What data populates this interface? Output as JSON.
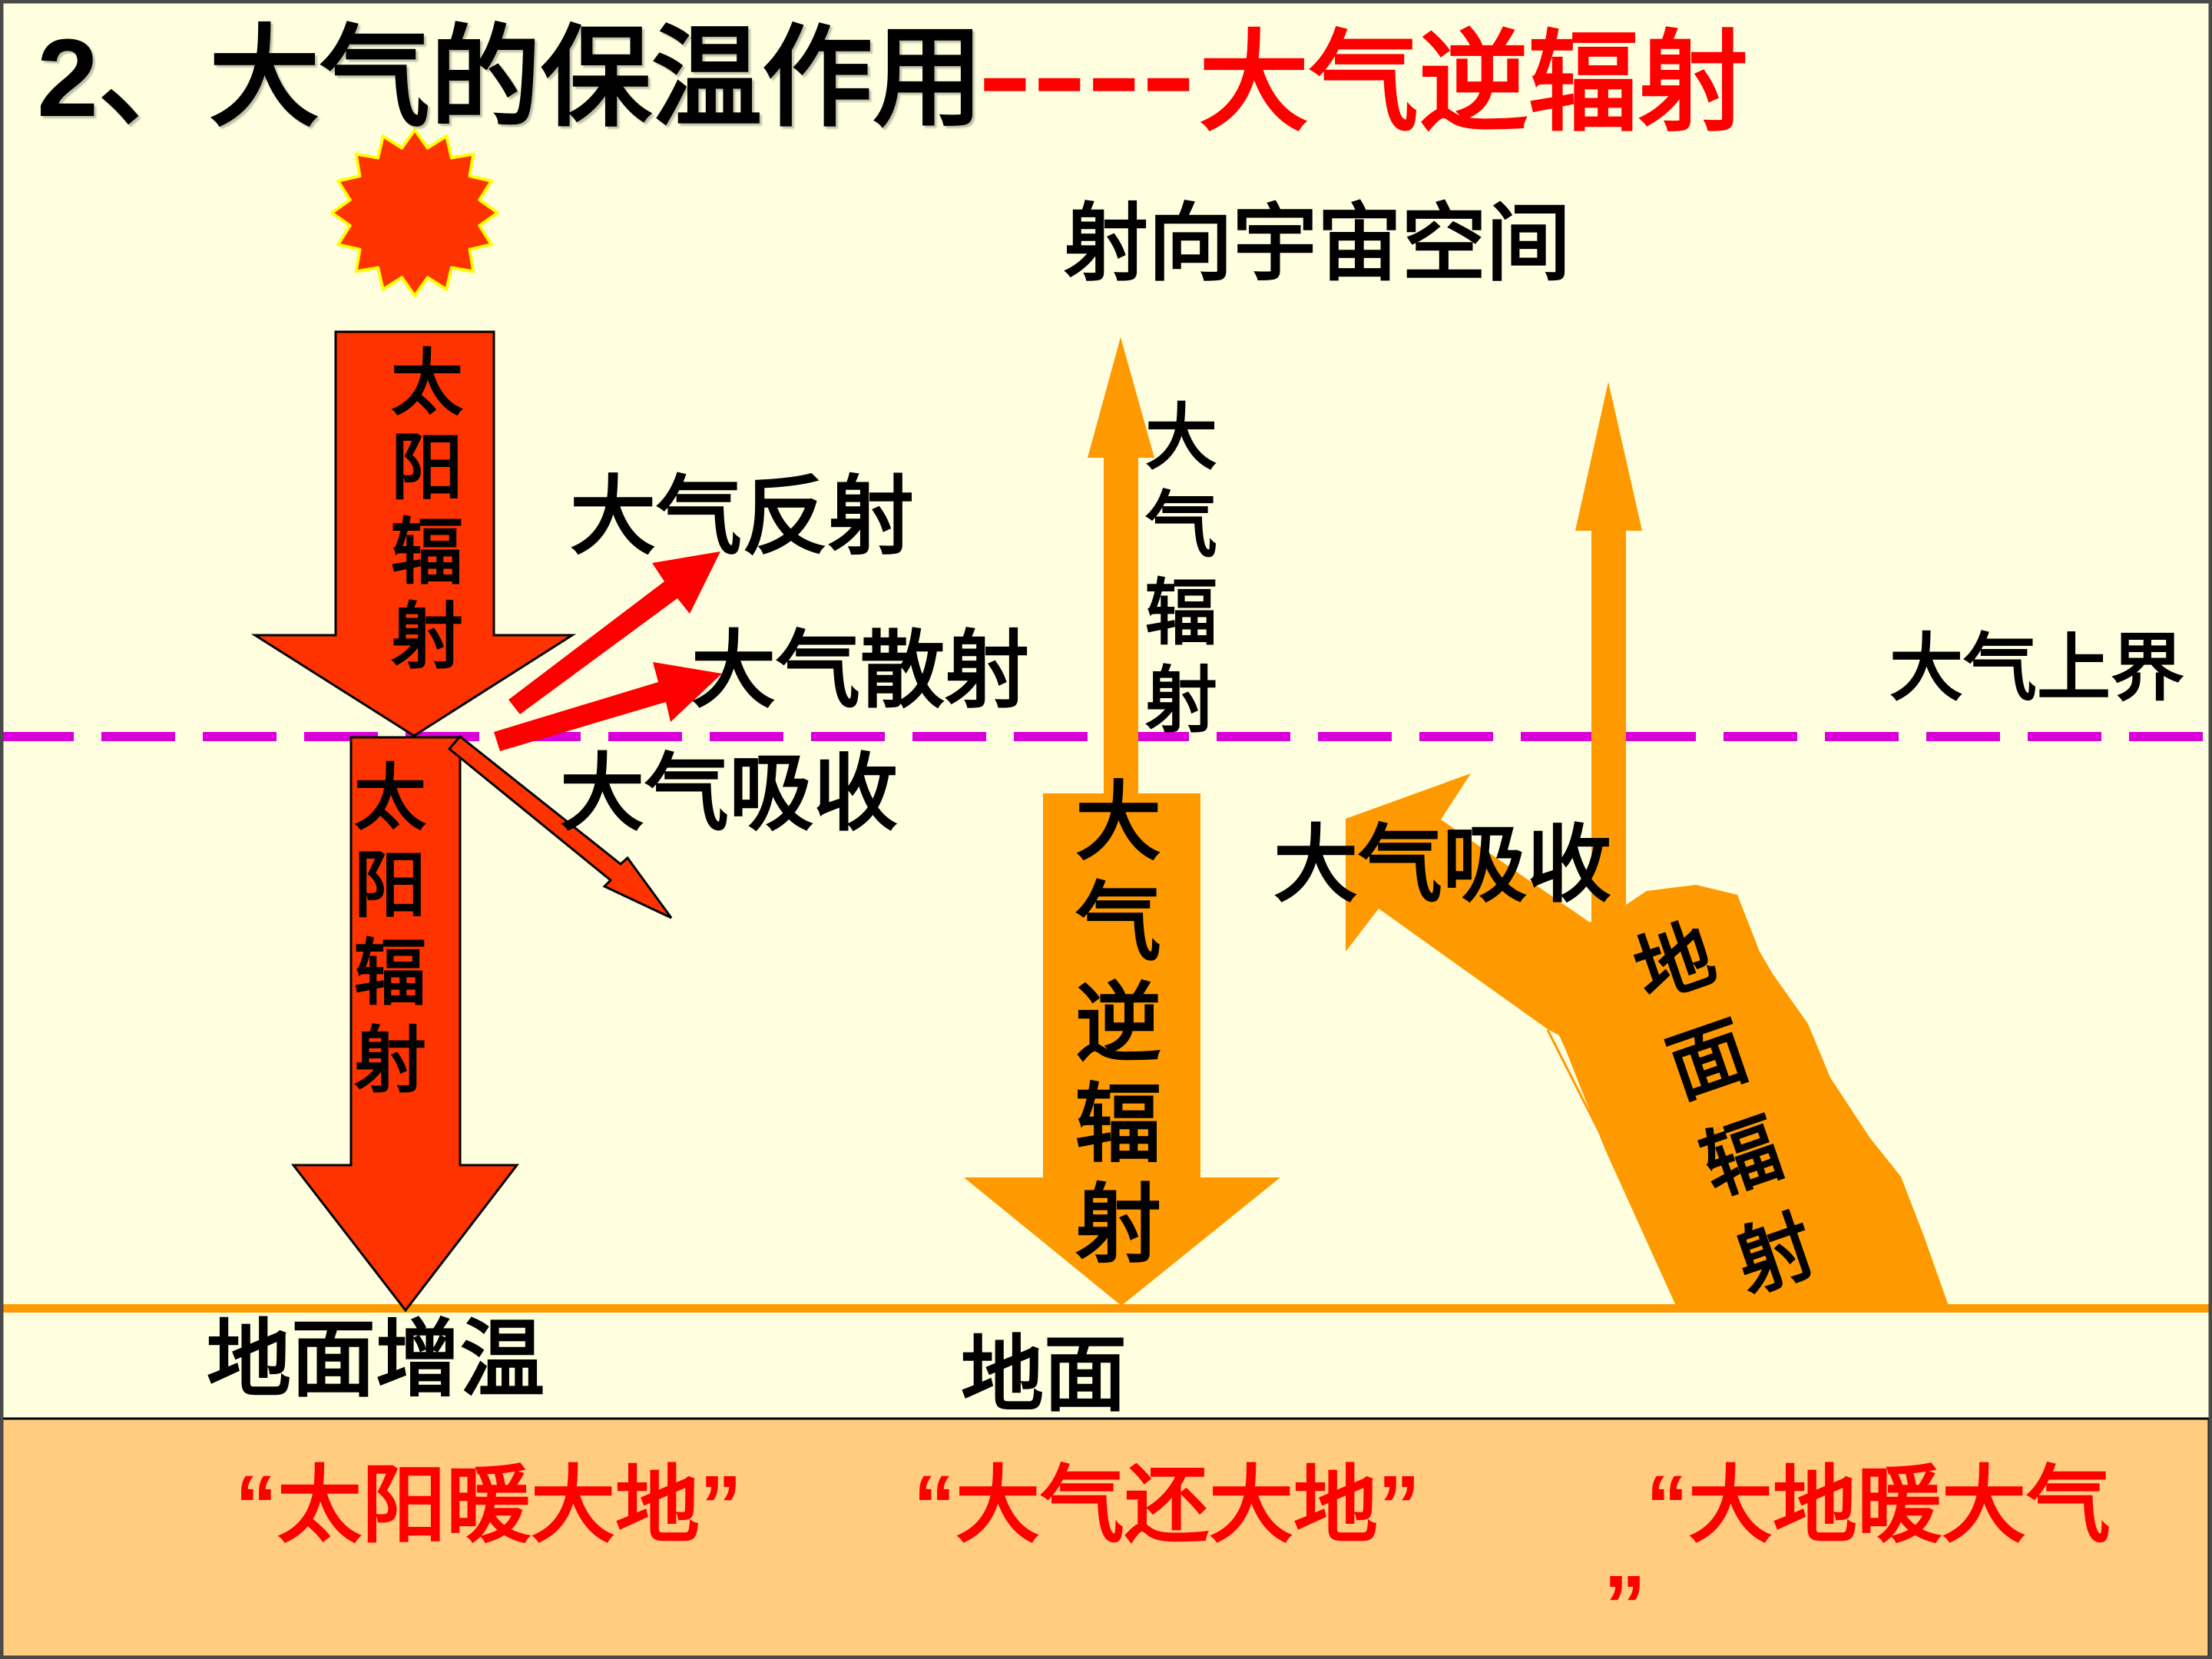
{
  "title": {
    "main": "2、大气的保温作用",
    "separator": "----",
    "highlight": "大气逆辐射"
  },
  "diagram": {
    "space_label": "射向宇宙空间",
    "atmosphere_top_label": "大气上界",
    "incoming_solar_label": "太阳辐射",
    "surface_solar_label": "太阳辐射",
    "reflection_label": "大气反射",
    "scattering_label": "大气散射",
    "solar_absorption_label": "大气吸收",
    "atmospheric_radiation_label": "大气辐射",
    "counter_radiation_label": "大气逆辐射",
    "ground_absorption_label": "大气吸收",
    "ground_radiation_label": "地面辐射",
    "ground_warming_label": "地面增温",
    "ground_label": "地面"
  },
  "summary": {
    "items": [
      {
        "open": "“",
        "body": "太阳暖大地",
        "close": "”"
      },
      {
        "open": "“",
        "body": "大气还大地",
        "close": "”"
      },
      {
        "open": "“",
        "body": "大地暖大气",
        "close": "”"
      }
    ]
  },
  "colors": {
    "background": "#FFFFE0",
    "summary_band": "#FFCC80",
    "solar_radiation": "#FF3300",
    "reflection_scatter": "#FF0000",
    "longwave_radiation": "#FF9900",
    "atmosphere_boundary": "#D900D9",
    "sun_outline": "#FFFF00",
    "frame": "#4A4A4A"
  }
}
